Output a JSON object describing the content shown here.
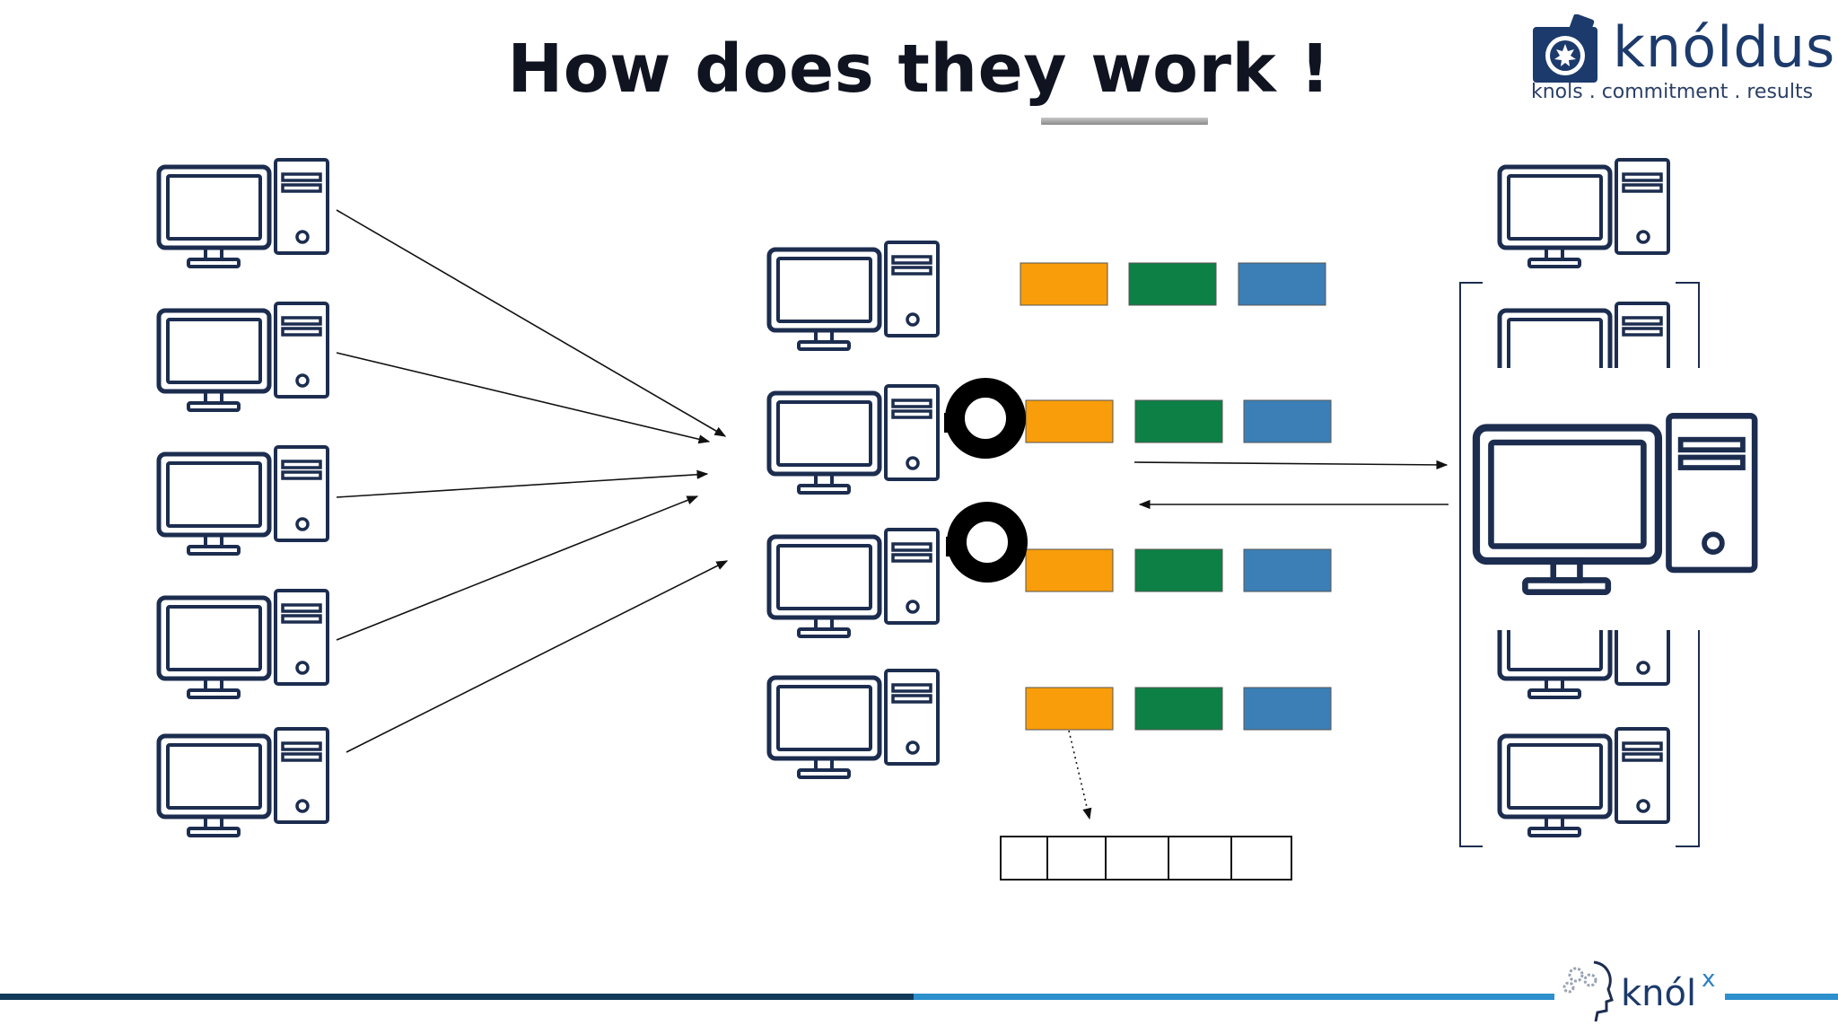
{
  "slide": {
    "title": "How does they work !"
  },
  "brand": {
    "logo_name": "knóldus",
    "logo_tagline": "knols . commitment . results",
    "footer_logo_name": "knól",
    "footer_logo_mark": "x",
    "colors": {
      "navy": "#1c2d4f",
      "orange": "#f99d0a",
      "green": "#0d8045",
      "blue": "#3b7fb6",
      "footer_dark": "#123a5a",
      "footer_light": "#2d8fcc"
    }
  },
  "diagram": {
    "producers": [
      "computer-icon",
      "computer-icon",
      "computer-icon",
      "computer-icon",
      "computer-icon"
    ],
    "brokers": [
      "computer-icon",
      "computer-icon",
      "computer-icon",
      "computer-icon"
    ],
    "consumers": [
      "computer-icon",
      "computer-icon",
      "computer-icon",
      "computer-icon",
      "computer-icon"
    ],
    "queue_rows": 4,
    "queue_blocks_per_row": 3,
    "partition_cells": 5
  }
}
